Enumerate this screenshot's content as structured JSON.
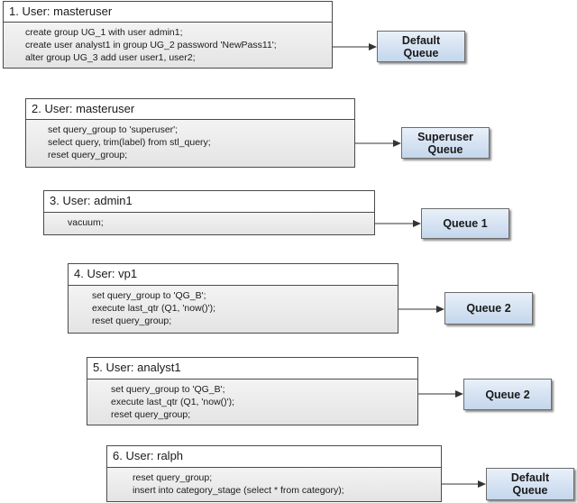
{
  "blocks": [
    {
      "header": "1. User: masteruser",
      "lines": [
        "create group UG_1 with user admin1;",
        "create user analyst1 in group UG_2 password 'NewPass11';",
        "alter group UG_3 add user user1, user2;"
      ],
      "queue": "Default\nQueue"
    },
    {
      "header": "2. User: masteruser",
      "lines": [
        "set query_group to 'superuser';",
        "select query, trim(label) from stl_query;",
        "reset query_group;"
      ],
      "queue": "Superuser\nQueue"
    },
    {
      "header": "3. User: admin1",
      "lines": [
        "vacuum;"
      ],
      "queue": "Queue 1"
    },
    {
      "header": "4. User: vp1",
      "lines": [
        "set query_group to 'QG_B';",
        "execute last_qtr (Q1, 'now()');",
        "reset query_group;"
      ],
      "queue": "Queue 2"
    },
    {
      "header": "5. User: analyst1",
      "lines": [
        "set query_group to 'QG_B';",
        "execute last_qtr (Q1, 'now()');",
        "reset query_group;"
      ],
      "queue": "Queue 2"
    },
    {
      "header": "6. User: ralph",
      "lines": [
        "reset query_group;",
        "insert into category_stage (select * from category);"
      ],
      "queue": "Default\nQueue"
    }
  ],
  "colors": {
    "border": "#4a4a4a",
    "queue_fill": "#c4d6ec",
    "arrow": "#333333"
  }
}
